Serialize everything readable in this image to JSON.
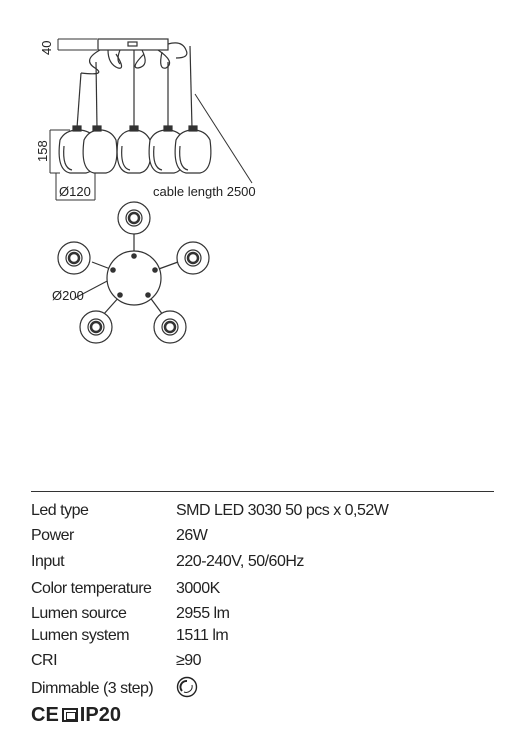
{
  "drawing": {
    "dim_height_canopy": "40",
    "dim_height_shade": "158",
    "dim_shade_diameter": "Ø120",
    "cable_note": "cable length 2500",
    "dim_canopy_diameter": "Ø200"
  },
  "specs": [
    {
      "label": "Led type",
      "value": "SMD  LED 3030 50 pcs x 0,52W"
    },
    {
      "label": "Power",
      "value": "26W"
    },
    {
      "label": "Input",
      "value": "220-240V, 50/60Hz"
    },
    {
      "label": "Color temperature",
      "value": "3000K"
    },
    {
      "label": "Lumen source",
      "value": "2955 lm"
    },
    {
      "label": "Lumen system",
      "value": "1511 lm"
    },
    {
      "label": "CRI",
      "value": "≥90"
    },
    {
      "label": "Dimmable (3 step)",
      "value": ""
    }
  ],
  "icons": {
    "dimmable": "dimmer-knob-icon",
    "ce": "ce-mark-icon",
    "class2": "class-ii-insulation-icon"
  },
  "certifications": {
    "ce": "CE",
    "ip": "IP20"
  }
}
